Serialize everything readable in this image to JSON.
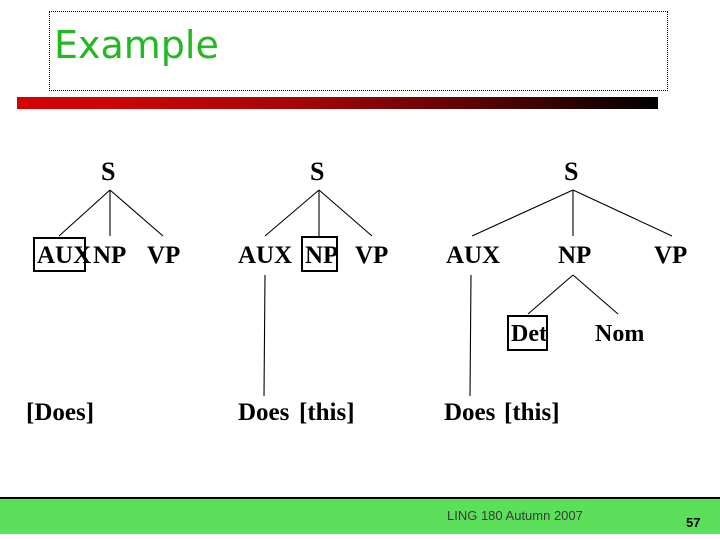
{
  "slide": {
    "title": "Example",
    "title_color": "#22b822",
    "rule_color_start": "#d40000",
    "rule_color_end": "#000000",
    "background": "#ffffff"
  },
  "footer": {
    "course_text": "LING 180 Autumn 2007",
    "page_number": "57",
    "band_color": "#5ce05c"
  },
  "trees": [
    {
      "name": "tree-1",
      "root": "S",
      "children": [
        "AUX",
        "NP",
        "VP"
      ],
      "boxed_node": "AUX",
      "leaves": [
        "[Does]"
      ]
    },
    {
      "name": "tree-2",
      "root": "S",
      "children": [
        "AUX",
        "NP",
        "VP"
      ],
      "boxed_node": "NP",
      "leaves": [
        "Does",
        "[this]"
      ]
    },
    {
      "name": "tree-3",
      "root": "S",
      "children": [
        "AUX",
        "NP",
        "VP"
      ],
      "np_children": [
        "Det",
        "Nom"
      ],
      "boxed_node": "Det",
      "leaves": [
        "Does",
        "[this]"
      ]
    }
  ],
  "labels": {
    "t1_s": "S",
    "t1_aux": "AUX",
    "t1_np": "NP",
    "t1_vp": "VP",
    "t1_leaf1": "[Does]",
    "t2_s": "S",
    "t2_aux": "AUX",
    "t2_np": "NP",
    "t2_vp": "VP",
    "t2_leaf1": "Does",
    "t2_leaf2": "[this]",
    "t3_s": "S",
    "t3_aux": "AUX",
    "t3_np": "NP",
    "t3_vp": "VP",
    "t3_det": "Det",
    "t3_nom": "Nom",
    "t3_leaf1": "Does",
    "t3_leaf2": "[this]"
  }
}
